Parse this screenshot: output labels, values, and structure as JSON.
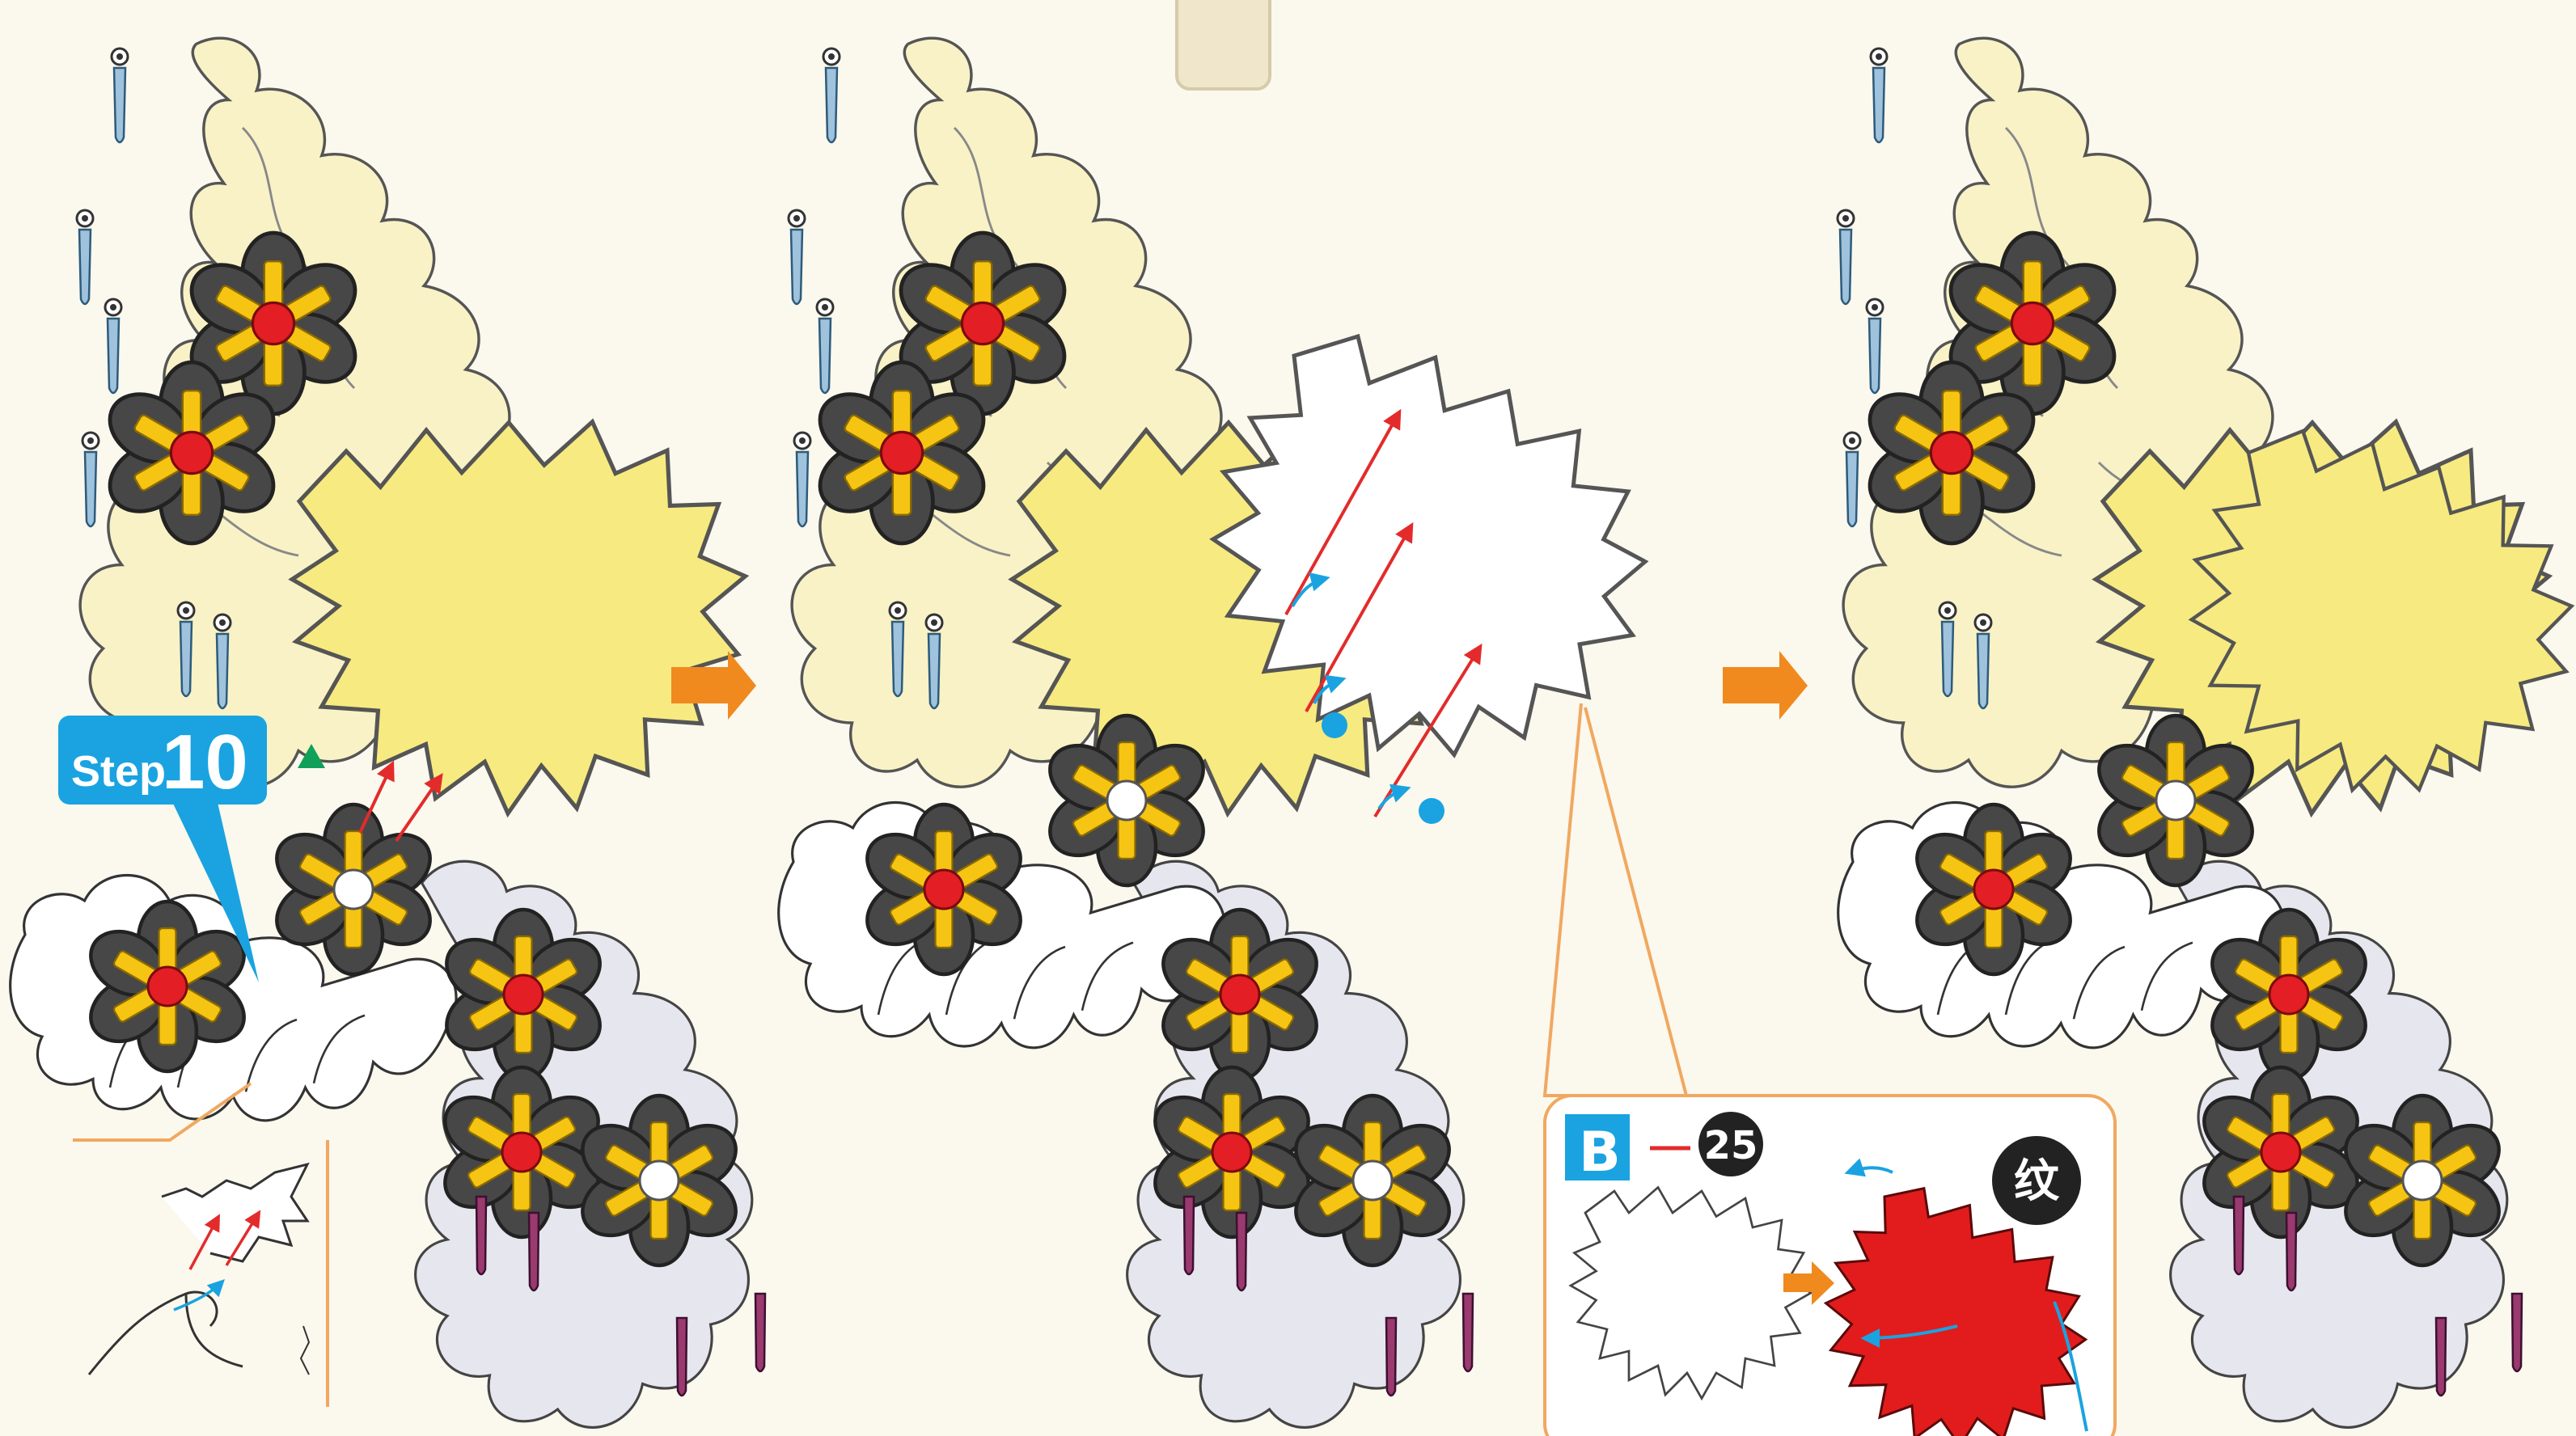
{
  "step": {
    "prefix": "Step",
    "number": "10"
  },
  "part": {
    "letter": "B",
    "number": "25",
    "texture_glyph": "纹"
  },
  "colors": {
    "background": "#fbf8ee",
    "cream": "#f8f2c6",
    "yellow": "#f7ea80",
    "lavender": "#e6e6ef",
    "flower_petal": "#474747",
    "flower_yellow": "#f6c413",
    "flower_red": "#e31e24",
    "bead_blue": "#9fc2dd",
    "bead_purple": "#9a3a6f",
    "accent_blue": "#1aa3e0",
    "accent_orange": "#f08a1e",
    "leaf_red": "#e21c1c",
    "arrow_red": "#e32b2b",
    "dot_blue": "#1aa3e0",
    "callout_line": "#f0a860",
    "outline": "#333333"
  },
  "icons": {
    "next_arrow": "arrow-right-icon",
    "triangle_marker": "triangle-icon",
    "position_dot": "dot-icon"
  }
}
